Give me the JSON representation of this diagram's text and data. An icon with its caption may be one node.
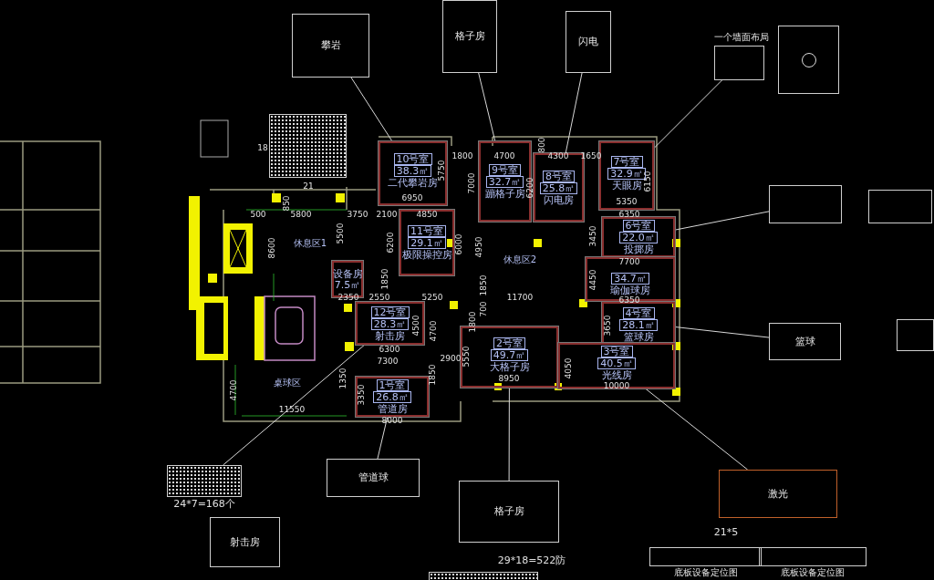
{
  "diagram": {
    "nodes": [
      {
        "text": [
          "攀岩"
        ]
      },
      {
        "text": [
          "格子房"
        ]
      },
      {
        "text": [
          "闪电"
        ]
      },
      {
        "text": [
          "一个墙面布局"
        ]
      },
      {
        "text": [],
        "shape": "box"
      },
      {
        "text": [],
        "shape": "picture",
        "beside": [
          "18",
          "21"
        ]
      },
      {
        "text": [
          "10号室",
          "38.3㎡",
          "二代攀岩房"
        ]
      },
      {
        "text": [
          "9号室",
          "32.7㎡",
          "蹦格子房"
        ]
      },
      {
        "text": [
          "8号室",
          "25.8㎡",
          "闪电房"
        ]
      },
      {
        "text": [
          "7号室",
          "32.9㎡",
          "天眼房"
        ]
      },
      {
        "text": [],
        "shape": "box"
      },
      {
        "text": [],
        "shape": "box"
      },
      {
        "text": [
          "休息区1"
        ]
      },
      {
        "text": [
          "11号室",
          "29.1㎡",
          "极限操控房"
        ]
      },
      {
        "text": [
          "休息区2"
        ]
      },
      {
        "text": [
          "6号室",
          "22.0㎡",
          "投掷房"
        ]
      },
      {
        "text": [
          "设备房",
          "7.5㎡"
        ]
      },
      {
        "text": [
          "34.7㎡",
          "瑜伽球房"
        ]
      },
      {
        "text": [
          "12号室",
          "28.3㎡",
          "射击房"
        ]
      },
      {
        "text": [
          "4号室",
          "28.1㎡",
          "篮球房"
        ]
      },
      {
        "text": [
          "篮球"
        ]
      },
      {
        "text": [],
        "shape": "box"
      },
      {
        "text": [
          "2号室",
          "49.7㎡",
          "大格子房"
        ]
      },
      {
        "text": [
          "3号室",
          "40.5㎡",
          "光线房"
        ]
      },
      {
        "text": [
          "1号室",
          "26.8㎡",
          "管道房"
        ]
      },
      {
        "text": [
          "桌球区"
        ]
      },
      {
        "text": [],
        "shape": "picture"
      },
      {
        "text": [
          "管道球"
        ]
      },
      {
        "text": [
          "格子房"
        ]
      },
      {
        "text": [
          "射击房"
        ]
      },
      {
        "text": [
          "激光"
        ]
      },
      {
        "text": [
          "底板设备定位图"
        ]
      },
      {
        "text": [
          "底板设备定位图"
        ]
      },
      {
        "text": [],
        "shape": "picture"
      }
    ],
    "edges": [
      {
        "from": 0,
        "to": 6,
        "arrow": "none"
      },
      {
        "from": 1,
        "to": 7,
        "arrow": "none"
      },
      {
        "from": 2,
        "to": 8,
        "arrow": "none"
      },
      {
        "from": 3,
        "to": 9,
        "arrow": "none"
      },
      {
        "from": 10,
        "to": 15,
        "arrow": "none"
      },
      {
        "from": 20,
        "to": 19,
        "arrow": "none"
      },
      {
        "from": 26,
        "to": 18,
        "arrow": "none"
      },
      {
        "from": 27,
        "to": 24,
        "arrow": "none"
      },
      {
        "from": 28,
        "to": 22,
        "arrow": "none"
      },
      {
        "from": 30,
        "to": 23,
        "arrow": "none"
      }
    ],
    "labels": [
      "800",
      "1800",
      "4700",
      "4300",
      "1650",
      "5750",
      "7000",
      "6200",
      "6150",
      "850",
      "6950",
      "5350",
      "500",
      "5800",
      "3750",
      "2100",
      "4850",
      "6350",
      "8600",
      "5500",
      "6200",
      "6000",
      "4950",
      "3450",
      "7700",
      "1850",
      "1850",
      "4450",
      "2350",
      "2550",
      "5250",
      "11700",
      "6350",
      "700",
      "4500",
      "4700",
      "1800",
      "3650",
      "6300",
      "7300",
      "2900",
      "5550",
      "1350",
      "1850",
      "8950",
      "4050",
      "10000",
      "4700",
      "3350",
      "11550",
      "8000",
      "24*7=168个",
      "21*5",
      "29*18=522防"
    ]
  }
}
